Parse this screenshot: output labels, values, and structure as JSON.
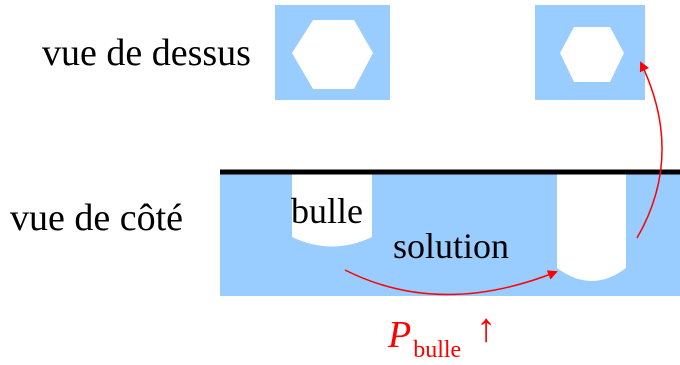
{
  "labels": {
    "top_view": "vue de dessus",
    "side_view": "vue de côté",
    "bubble": "bulle",
    "solution": "solution",
    "pressure_symbol": "P",
    "pressure_subscript": "bulle",
    "pressure_arrow": "↑"
  },
  "colors": {
    "solution_fill": "#99ccff",
    "bubble_fill": "#ffffff",
    "surface_line": "#000000",
    "pressure_arrow": "#ff0000"
  }
}
